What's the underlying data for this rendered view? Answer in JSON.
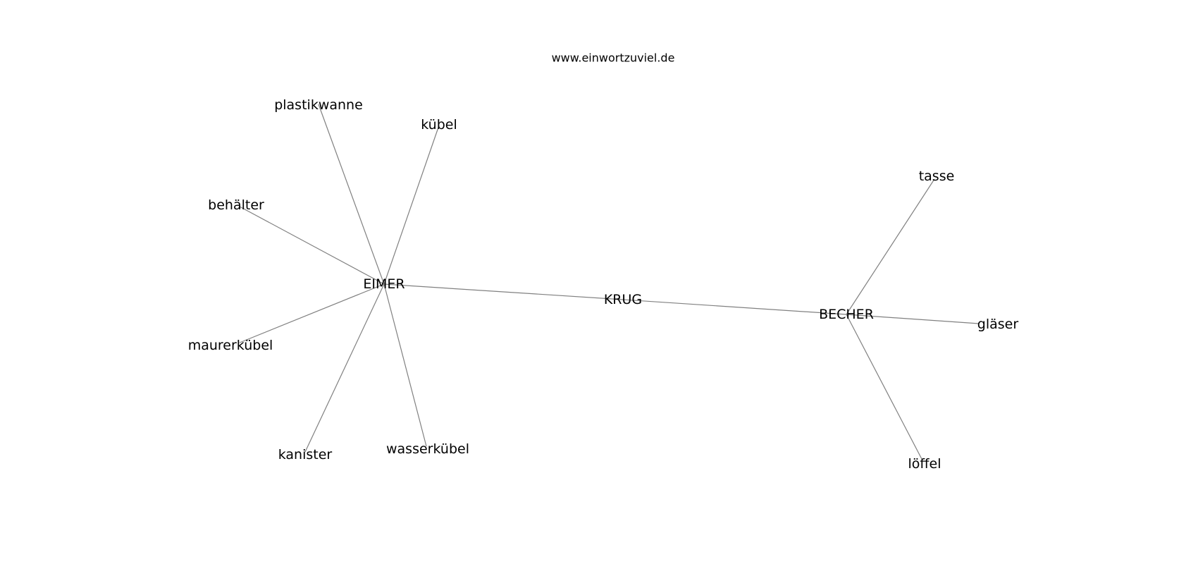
{
  "header": {
    "site_title": "www.einwortzuviel.de"
  },
  "colors": {
    "edge": "#808080",
    "label": "#000000",
    "background": "#ffffff"
  },
  "graph": {
    "nodes": [
      {
        "id": "krug",
        "label": "KRUG"
      },
      {
        "id": "eimer",
        "label": "EIMER"
      },
      {
        "id": "becher",
        "label": "BECHER"
      },
      {
        "id": "plastikwanne",
        "label": "plastikwanne"
      },
      {
        "id": "kubel",
        "label": "kübel"
      },
      {
        "id": "behalter",
        "label": "behälter"
      },
      {
        "id": "maurerkubel",
        "label": "maurerkübel"
      },
      {
        "id": "kanister",
        "label": "kanister"
      },
      {
        "id": "wasserkubel",
        "label": "wasserkübel"
      },
      {
        "id": "tasse",
        "label": "tasse"
      },
      {
        "id": "glaser",
        "label": "gläser"
      },
      {
        "id": "loffel",
        "label": "löffel"
      }
    ],
    "edges": [
      {
        "source": "eimer",
        "target": "krug"
      },
      {
        "source": "krug",
        "target": "becher"
      },
      {
        "source": "eimer",
        "target": "plastikwanne"
      },
      {
        "source": "eimer",
        "target": "kubel"
      },
      {
        "source": "eimer",
        "target": "behalter"
      },
      {
        "source": "eimer",
        "target": "maurerkubel"
      },
      {
        "source": "eimer",
        "target": "kanister"
      },
      {
        "source": "eimer",
        "target": "wasserkubel"
      },
      {
        "source": "becher",
        "target": "tasse"
      },
      {
        "source": "becher",
        "target": "glaser"
      },
      {
        "source": "becher",
        "target": "loffel"
      }
    ]
  }
}
